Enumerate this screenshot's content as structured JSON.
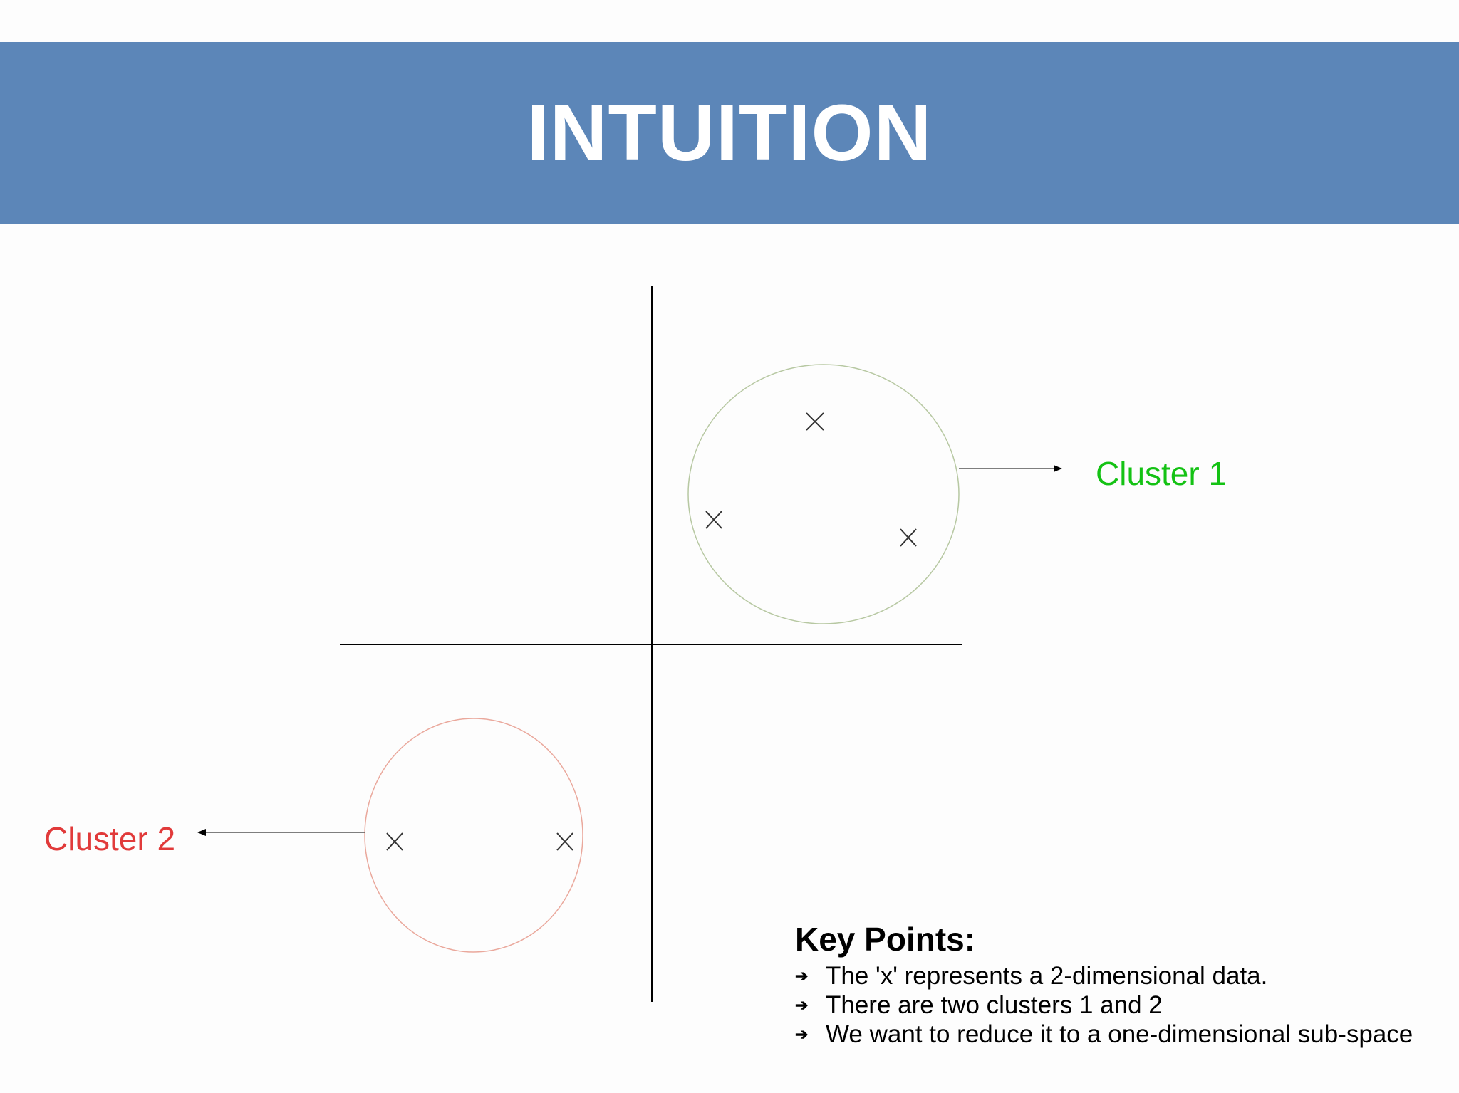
{
  "slide": {
    "title": "INTUITION"
  },
  "diagram": {
    "clusters": [
      {
        "label": "Cluster 1",
        "color": "#14c214",
        "circle_color": "#b7c8a2",
        "points_count": 3
      },
      {
        "label": "Cluster 2",
        "color": "#e13a3a",
        "circle_color": "#eaa89c",
        "points_count": 2
      }
    ],
    "point_marker": "x",
    "axis_color": "#000000",
    "arrow_color": "#000000"
  },
  "key_points": {
    "heading": "Key Points:",
    "bullet_icon": "arrow-bullet-icon",
    "items": [
      {
        "text": "The 'x' represents a 2-dimensional data."
      },
      {
        "text": "There are two clusters 1 and 2"
      },
      {
        "text": "We want to reduce it to a one-dimensional sub-space"
      }
    ]
  },
  "colors": {
    "title_band": "#5c86b8",
    "title_text": "#ffffff",
    "background": "#fdfdfd"
  }
}
